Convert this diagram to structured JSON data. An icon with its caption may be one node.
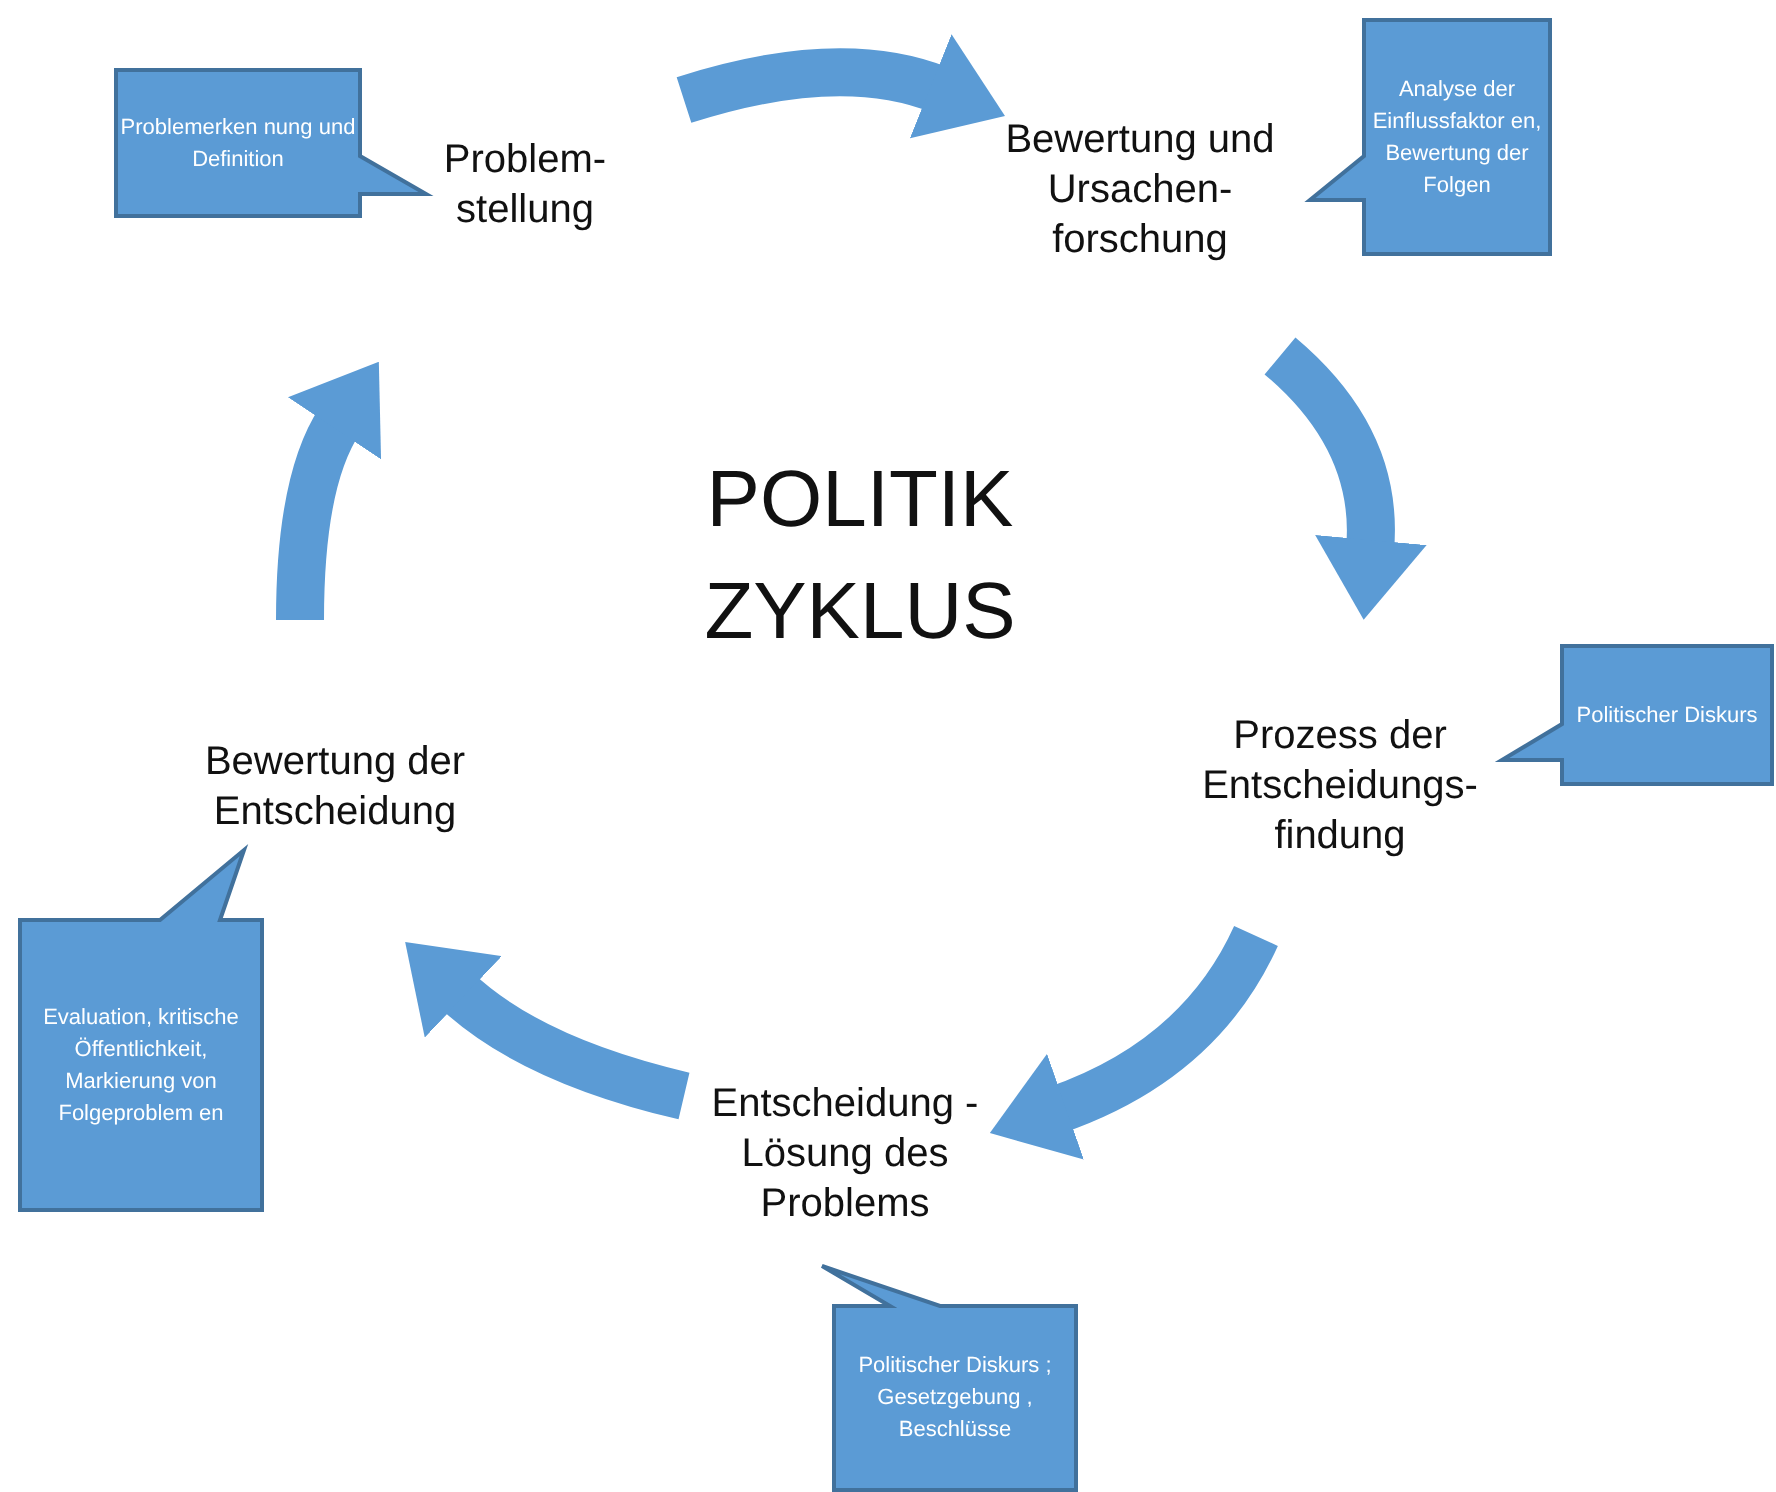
{
  "diagram": {
    "title": "POLITIK ZYKLUS",
    "nodes": [
      {
        "text": [
          "Problem-stellung"
        ]
      },
      {
        "text": [
          "Bewertung und Ursachen-forschung"
        ]
      },
      {
        "text": [
          "Prozess der Entscheidungs-findung"
        ]
      },
      {
        "text": [
          "Entscheidung - Lösung des Problems"
        ]
      },
      {
        "text": [
          "Bewertung der Entscheidung"
        ]
      },
      {
        "text": [
          "Problemerken nung und Definition"
        ]
      },
      {
        "text": [
          "Analyse der Einflussfaktor en, Bewertung der Folgen"
        ]
      },
      {
        "text": [
          "Politischer Diskurs"
        ]
      },
      {
        "text": [
          "Evaluation, kritische Öffentlichkeit, Markierung von Folgeproblem en"
        ]
      },
      {
        "text": [
          "Politischer Diskurs ; Gesetzgebung , Beschlüsse"
        ]
      }
    ],
    "edges": [
      {
        "from": 0,
        "to": 1,
        "arrow": "to"
      },
      {
        "from": 1,
        "to": 2,
        "arrow": "to"
      },
      {
        "from": 2,
        "to": 3,
        "arrow": "to"
      },
      {
        "from": 3,
        "to": 4,
        "arrow": "to"
      },
      {
        "from": 4,
        "to": 0,
        "arrow": "to"
      }
    ]
  }
}
